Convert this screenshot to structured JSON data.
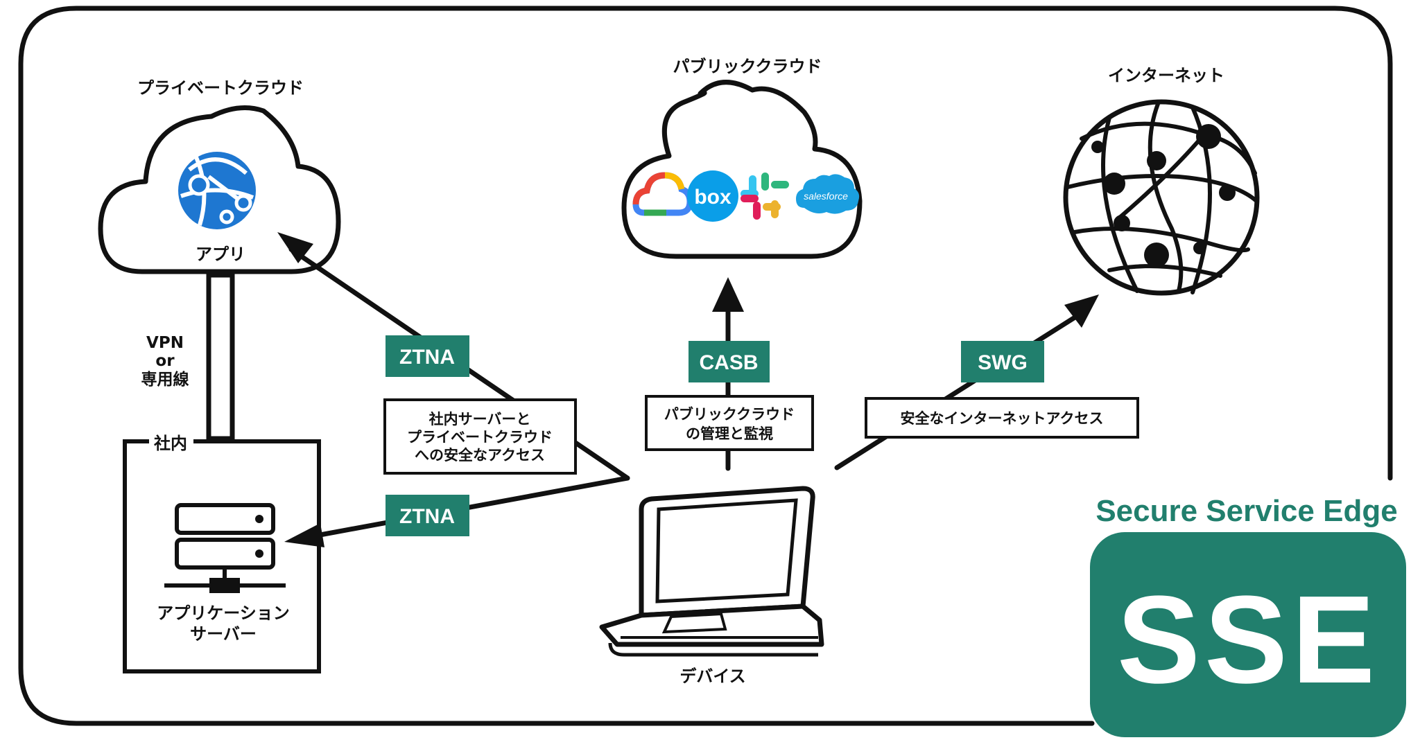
{
  "labels": {
    "private_cloud": "プライベートクラウド",
    "app": "アプリ",
    "public_cloud": "パブリッククラウド",
    "internet": "インターネット",
    "vpn_line1": "VPN",
    "vpn_line2": "or",
    "vpn_line3": "専用線",
    "onprem": "社内",
    "app_server_line1": "アプリケーション",
    "app_server_line2": "サーバー",
    "device": "デバイス"
  },
  "tags": {
    "ztna_top": "ZTNA",
    "ztna_bottom": "ZTNA",
    "casb": "CASB",
    "swg": "SWG"
  },
  "notes": {
    "ztna_line1": "社内サーバーと",
    "ztna_line2": "プライベートクラウド",
    "ztna_line3": "への安全なアクセス",
    "casb_line1": "パブリッククラウド",
    "casb_line2": "の管理と監視",
    "swg": "安全なインターネットアクセス"
  },
  "saas_logos": {
    "box": "box",
    "salesforce": "salesforce"
  },
  "sse": {
    "title": "Secure Service Edge",
    "acronym": "SSE"
  },
  "colors": {
    "accent_green": "#217f6d",
    "line": "#111111",
    "azure_blue": "#1e77d1",
    "box_blue": "#0a9ee8",
    "salesforce_blue": "#1a9fe0"
  }
}
